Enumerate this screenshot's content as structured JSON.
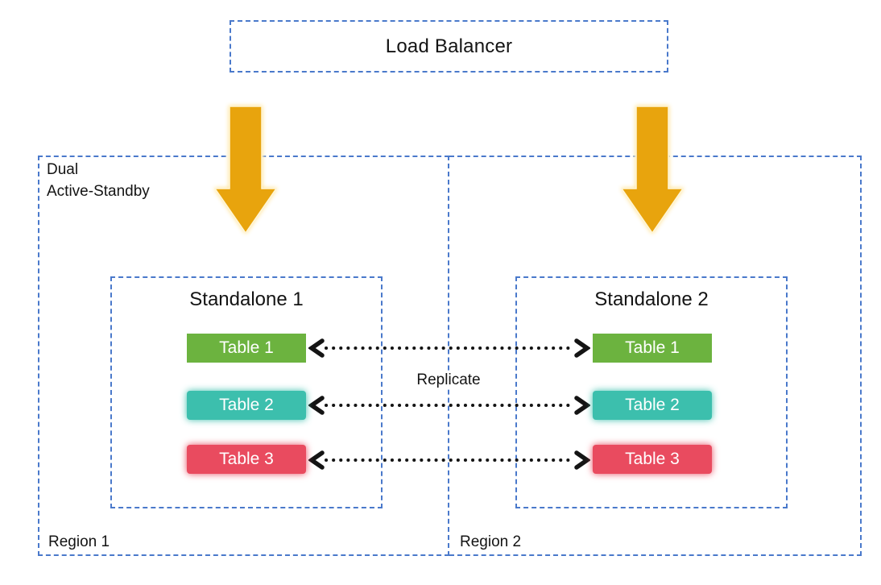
{
  "colors": {
    "border-blue": "#4A79CB",
    "arrow-gold": "#E8A40D",
    "arrow-glow": "#FFE08A",
    "line-black": "#141414"
  },
  "load_balancer": {
    "label": "Load Balancer"
  },
  "dual_label": {
    "line1": "Dual",
    "line2": "Active-Standby"
  },
  "replicate_label": "Replicate",
  "regions": [
    {
      "label": "Region 1",
      "standalone": {
        "title": "Standalone 1",
        "tables": [
          {
            "label": "Table 1",
            "color": "#6CB33F"
          },
          {
            "label": "Table 2",
            "color": "#3CBFAD"
          },
          {
            "label": "Table 3",
            "color": "#E94B5F"
          }
        ]
      }
    },
    {
      "label": "Region 2",
      "standalone": {
        "title": "Standalone 2",
        "tables": [
          {
            "label": "Table 1",
            "color": "#6CB33F"
          },
          {
            "label": "Table 2",
            "color": "#3CBFAD"
          },
          {
            "label": "Table 3",
            "color": "#E94B5F"
          }
        ]
      }
    }
  ]
}
